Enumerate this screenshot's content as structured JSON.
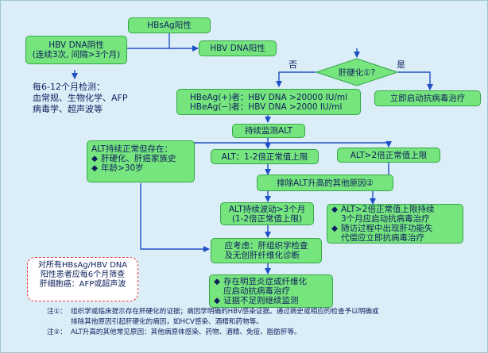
{
  "nodes": {
    "hbsag": "HBsAg阳性",
    "dna_neg_line1": "HBV DNA阴性",
    "dna_neg_line2": "(连续3次, 间隔>3个月)",
    "dna_pos": "HBV DNA阳性",
    "cirrhosis_q": "肝硬化①?",
    "yes": "是",
    "no": "否",
    "start_now": "立即启动抗病毒治疗",
    "hbeag_pos": "HBeAg(+)者：HBV DNA >20000 IU/ml",
    "hbeag_neg": "HBeAg(−)者：HBV DNA >2000 IU/ml",
    "monitor": "持续监测ALT",
    "alt_normal_title": "ALT持续正常但存在：",
    "alt_normal_items": [
      "肝硬化、肝癌家族史",
      "年龄>30岁"
    ],
    "alt_1_2": "ALT：1-2倍正常值上限",
    "alt_gt2": "ALT>2倍正常值上限",
    "exclude": "排除ALT升高的其他原因②",
    "alt_fluct_line1": "ALT持续波动>3个月",
    "alt_fluct_line2": "(1-2倍正常值上限)",
    "right_items": [
      [
        "ALT>2倍正常值上限持续",
        "3个月应启动抗病毒治疗"
      ],
      [
        "随访过程中出现肝功能失",
        "代偿应立即抗病毒治疗"
      ]
    ],
    "consider_line1": "应考虑：肝组织学检查",
    "consider_line2": "及无创肝纤维化诊断",
    "result_items": [
      [
        "存在明显炎症或纤维化",
        "应启动抗病毒治疗"
      ],
      [
        "证据不足则继续监测"
      ]
    ],
    "neg_monitor": [
      "每6-12个月检测：",
      "血常规、生物化学、AFP",
      "病毒学、超声波等"
    ],
    "screening": [
      "对所有HBsAg/HBV DNA",
      "阳性患者应每6个月筛查",
      "肝细胞癌：AFP或超声波"
    ],
    "bullet": "◆"
  },
  "footnotes": [
    {
      "tag": "注①：",
      "lines": [
        "组织学或临床提示存在肝硬化的证据；病因学明确的HBV感染证据。通过病史或相应的检查予以明确或",
        "排除其他原因引起肝硬化的病因，如HCV感染、酒精和药物等。"
      ]
    },
    {
      "tag": "注②：",
      "lines": [
        "ALT升高的其他常见原因：其他病原体感染、药物、酒精、免疫、脂肪肝等。"
      ]
    }
  ],
  "colors": {
    "box_fill": "#76e57e",
    "box_border": "#36a547",
    "arrow": "#1f4fc6",
    "background": "#dbeef8",
    "dashed_border": "#e23a3a",
    "text": "#0d1f5c"
  }
}
